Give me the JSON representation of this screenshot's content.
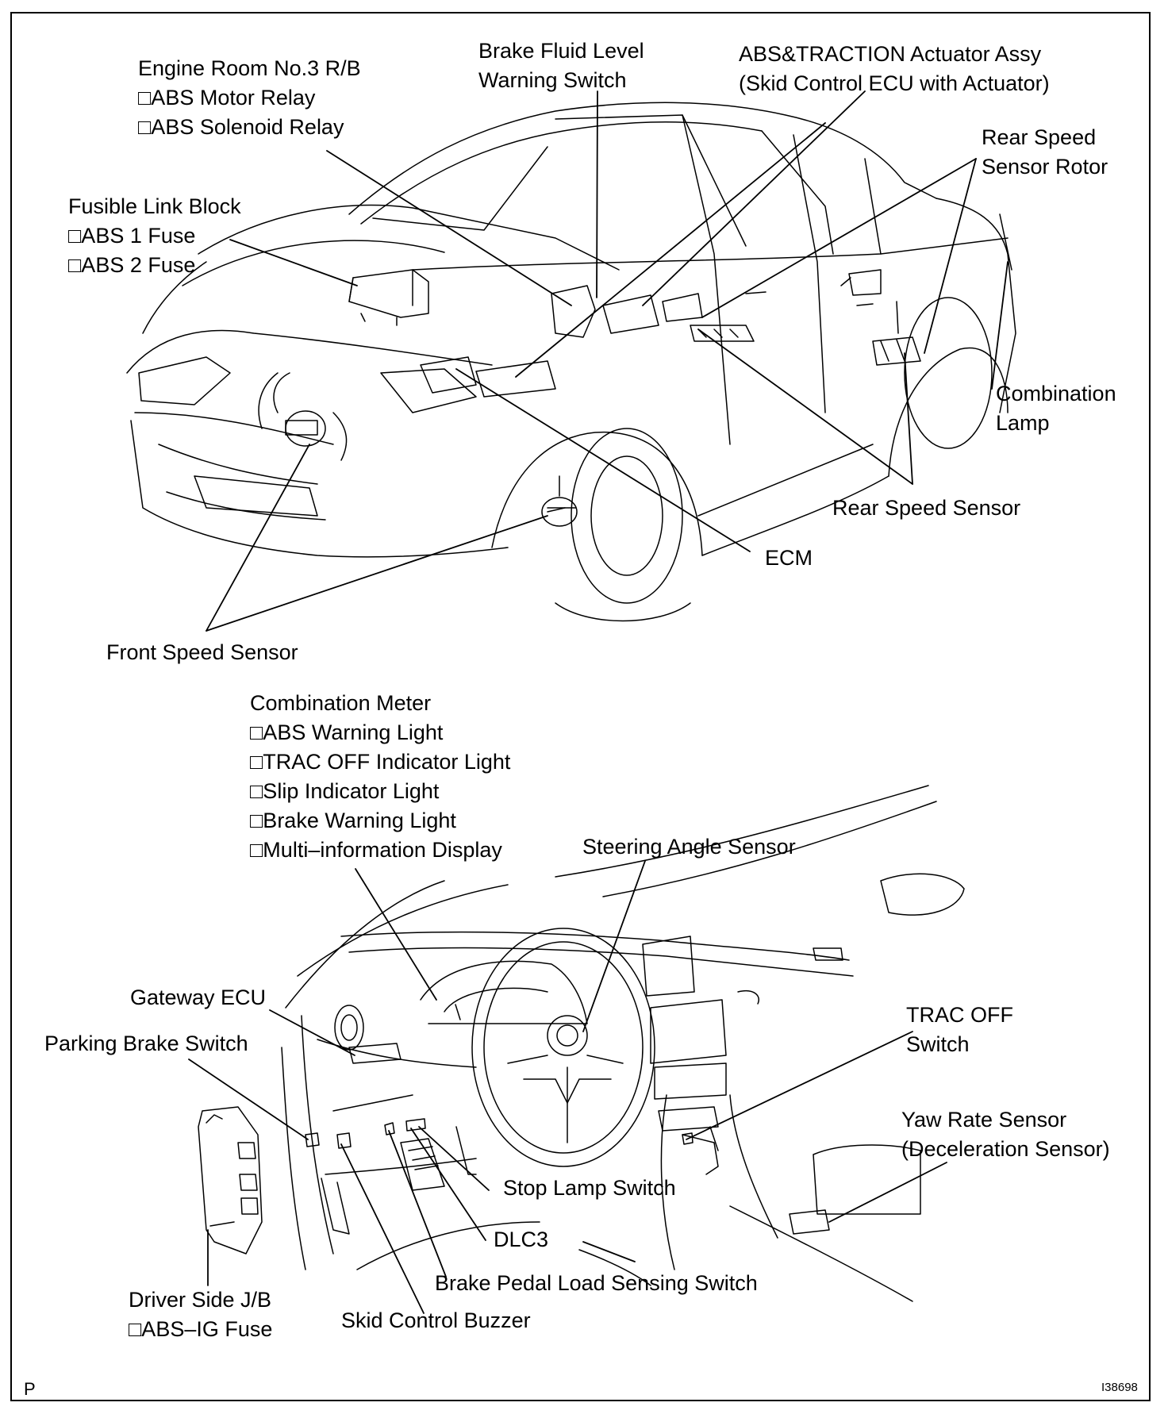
{
  "labels": {
    "engine_room_rb": {
      "title": "Engine Room No.3 R/B",
      "items": [
        "□ABS Motor Relay",
        "□ABS Solenoid Relay"
      ]
    },
    "brake_fluid": [
      "Brake Fluid Level",
      "Warning Switch"
    ],
    "actuator": [
      "ABS&TRACTION Actuator Assy",
      "(Skid Control ECU with Actuator)"
    ],
    "rear_speed_rotor": [
      "Rear Speed",
      "Sensor Rotor"
    ],
    "fusible_link": {
      "title": "Fusible Link Block",
      "items": [
        "□ABS 1 Fuse",
        "□ABS 2 Fuse"
      ]
    },
    "combination_lamp": [
      "Combination",
      "Lamp"
    ],
    "rear_speed_sensor": "Rear Speed Sensor",
    "ecm": "ECM",
    "front_speed_sensor": "Front Speed Sensor",
    "combination_meter": {
      "title": "Combination Meter",
      "items": [
        "□ABS Warning Light",
        "□TRAC OFF Indicator Light",
        "□Slip Indicator Light",
        "□Brake Warning Light",
        "□Multi–information Display"
      ]
    },
    "steering_angle": "Steering Angle Sensor",
    "gateway_ecu": "Gateway ECU",
    "parking_brake": "Parking Brake Switch",
    "trac_off_switch": [
      "TRAC OFF",
      "Switch"
    ],
    "yaw_rate": [
      "Yaw Rate Sensor",
      "(Deceleration Sensor)"
    ],
    "stop_lamp": "Stop Lamp Switch",
    "dlc3": "DLC3",
    "brake_pedal_load": "Brake Pedal Load Sensing Switch",
    "driver_jb": {
      "title": "Driver Side J/B",
      "items": [
        "□ABS–IG Fuse"
      ]
    },
    "skid_buzzer": "Skid Control Buzzer"
  },
  "footer": {
    "corner_letter": "P",
    "figure_id": "I38698"
  }
}
